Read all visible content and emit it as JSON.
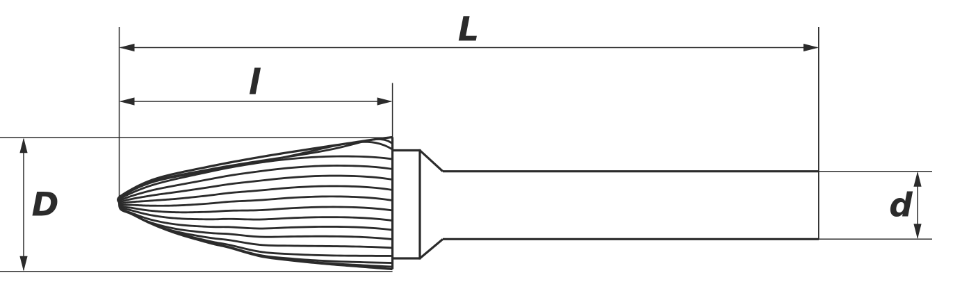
{
  "diagram": {
    "kind": "technical-dimension-drawing",
    "subject": "rotary-burr-flame-shape-side-view",
    "background_color": "#ffffff",
    "line_color": "#2b2b2b",
    "labels": {
      "overall_length": "L",
      "cut_length": "l",
      "head_diameter": "D",
      "shank_diameter": "d"
    }
  }
}
